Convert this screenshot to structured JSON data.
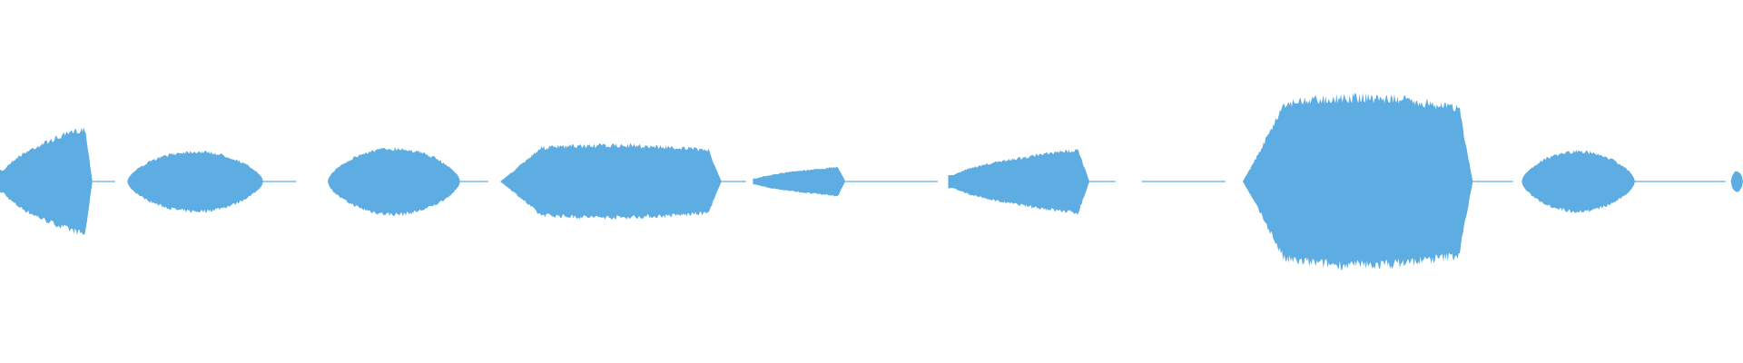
{
  "waveform": {
    "color": "#5dade2",
    "background": "#ffffff",
    "segments": [
      {
        "start": 0.0,
        "end": 0.053,
        "amp": 0.37,
        "shape": "rise_sharp_end"
      },
      {
        "start": 0.073,
        "end": 0.151,
        "amp": 0.2,
        "shape": "lens"
      },
      {
        "start": 0.188,
        "end": 0.264,
        "amp": 0.22,
        "shape": "lens"
      },
      {
        "start": 0.287,
        "end": 0.414,
        "amp": 0.24,
        "shape": "plateau"
      },
      {
        "start": 0.432,
        "end": 0.485,
        "amp": 0.1,
        "shape": "rise_sharp_end"
      },
      {
        "start": 0.544,
        "end": 0.625,
        "amp": 0.22,
        "shape": "rise_sharp_end"
      },
      {
        "start": 0.713,
        "end": 0.845,
        "amp": 0.56,
        "shape": "plateau"
      },
      {
        "start": 0.873,
        "end": 0.938,
        "amp": 0.2,
        "shape": "lens"
      },
      {
        "start": 0.993,
        "end": 1.0,
        "amp": 0.07,
        "shape": "lens"
      }
    ],
    "flat_lines": [
      {
        "start": 0.053,
        "end": 0.066
      },
      {
        "start": 0.151,
        "end": 0.17
      },
      {
        "start": 0.264,
        "end": 0.28
      },
      {
        "start": 0.414,
        "end": 0.428
      },
      {
        "start": 0.485,
        "end": 0.538
      },
      {
        "start": 0.625,
        "end": 0.64
      },
      {
        "start": 0.655,
        "end": 0.703
      },
      {
        "start": 0.845,
        "end": 0.868
      },
      {
        "start": 0.938,
        "end": 0.99
      }
    ]
  }
}
